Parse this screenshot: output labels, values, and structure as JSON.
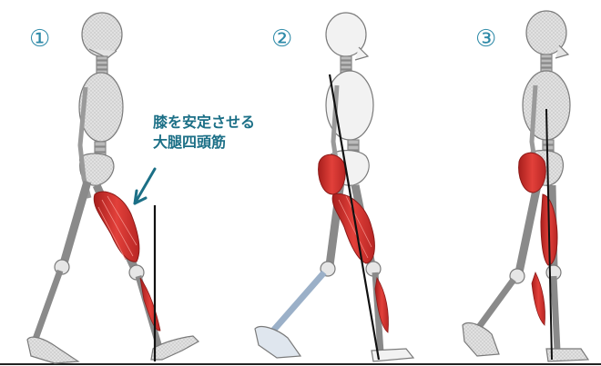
{
  "panels": [
    {
      "number": "①"
    },
    {
      "number": "②"
    },
    {
      "number": "③"
    }
  ],
  "annotation": {
    "line1": "膝を安定させる",
    "line2": "大腿四頭筋"
  },
  "colors": {
    "number": "#2e8aa8",
    "annotation": "#1b6f86",
    "muscle": "#d42d2b",
    "bone": "#e6e6e6",
    "bone_outline": "#7a7a7a",
    "ground": "#222222"
  }
}
